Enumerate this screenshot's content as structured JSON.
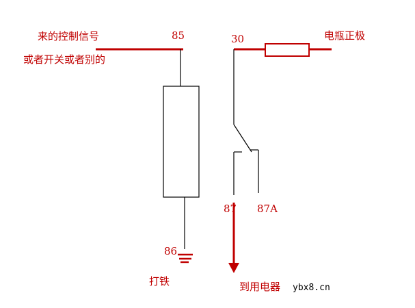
{
  "labels": {
    "control_line1": "来的控制信号",
    "control_line2": "或者开关或者别的",
    "pin_85": "85",
    "pin_30": "30",
    "battery": "电瓶正极",
    "pin_87": "87",
    "pin_87a": "87A",
    "pin_86": "86",
    "ground": "打铁",
    "to_load": "到用电器"
  },
  "watermark": "ybx8.cn",
  "colors": {
    "wire": "#000000",
    "highlight": "#c00000"
  }
}
